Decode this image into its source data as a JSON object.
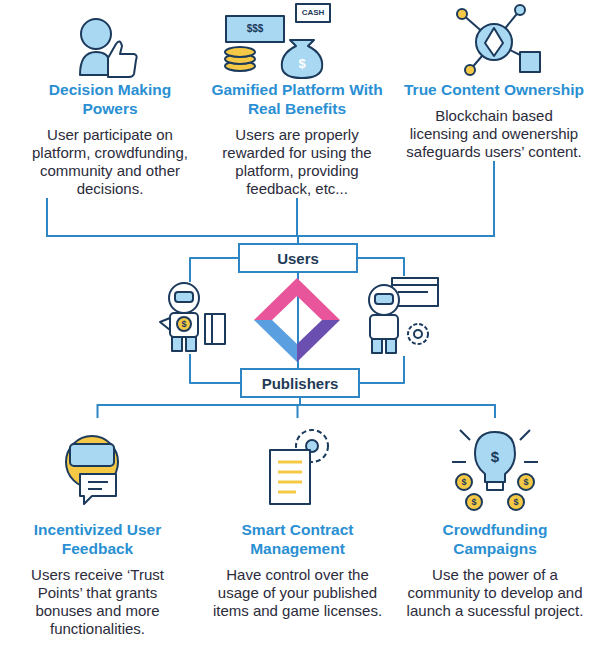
{
  "diagram": {
    "nodes": [
      {
        "text": [
          "Decision Making Powers",
          "User participate on platform, crowdfunding, community and other decisions."
        ]
      },
      {
        "text": [
          "Gamified Platform With Real Benefits",
          "Users are properly rewarded for using the platform, providing feedback, etc..."
        ]
      },
      {
        "text": [
          "True Content Ownership",
          "Blockchain based licensing and owenership safeguards users’ content."
        ]
      },
      {
        "text": [
          "Users"
        ]
      },
      {
        "text": [
          "Publishers"
        ]
      },
      {
        "text": [
          "Incentivized User Feedback",
          "Users receive ‘Trust Points’ that grants bonuses and more functionalities."
        ]
      },
      {
        "text": [
          "Smart Contract Management",
          "Have control over the usage of your published items and game licenses."
        ]
      },
      {
        "text": [
          "Crowdfunding Campaigns",
          "Use the power of a community to develop and launch a sucessful project."
        ]
      }
    ],
    "edges": [
      {
        "from": 0,
        "to": 3,
        "arrow": "none"
      },
      {
        "from": 1,
        "to": 3,
        "arrow": "none"
      },
      {
        "from": 2,
        "to": 3,
        "arrow": "none"
      },
      {
        "from": 3,
        "to": 4,
        "arrow": "none"
      },
      {
        "from": 4,
        "to": 5,
        "arrow": "none"
      },
      {
        "from": 4,
        "to": 6,
        "arrow": "none"
      },
      {
        "from": 4,
        "to": 7,
        "arrow": "none"
      }
    ],
    "labels": [
      "$$$",
      "CASH",
      "$",
      "$",
      "$",
      "$",
      "$",
      "$",
      "$"
    ]
  }
}
